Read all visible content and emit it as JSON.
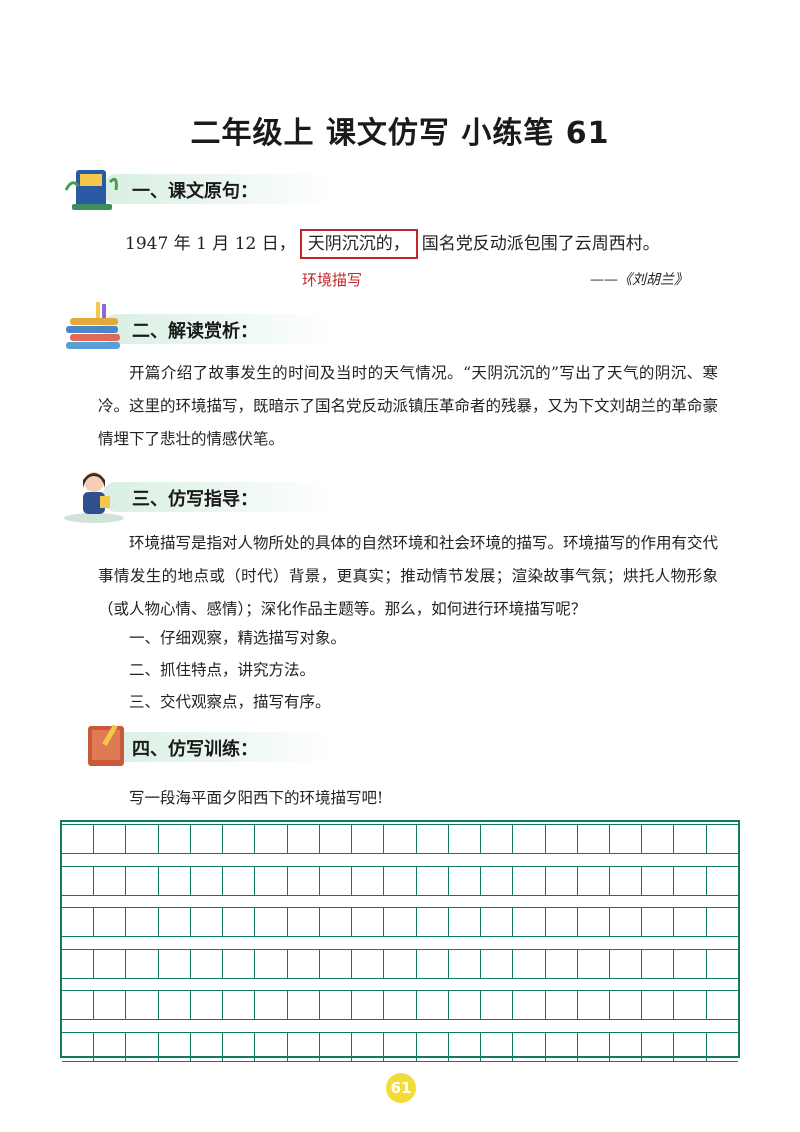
{
  "page_title": "二年级上 课文仿写 小练笔 61",
  "section1": {
    "heading": "一、课文原句：",
    "date_text": "1947 年 1 月 12 日，",
    "boxed_text": "天阴沉沉的，",
    "rest_text": "国名党反动派包围了云周西村。",
    "annotation": "环境描写",
    "source": "——《刘胡兰》"
  },
  "section2": {
    "heading": "二、解读赏析：",
    "paragraph": "开篇介绍了故事发生的时间及当时的天气情况。“天阴沉沉的”写出了天气的阴沉、寒冷。这里的环境描写，既暗示了国名党反动派镇压革命者的残暴，又为下文刘胡兰的革命豪情埋下了悲壮的情感伏笔。"
  },
  "section3": {
    "heading": "三、仿写指导：",
    "paragraph": "环境描写是指对人物所处的具体的自然环境和社会环境的描写。环境描写的作用有交代事情发生的地点或（时代）背景，更真实；推动情节发展；渲染故事气氛；烘托人物形象（或人物心情、感情）；深化作品主题等。那么，如何进行环境描写呢？",
    "points": [
      "一、仔细观察，精选描写对象。",
      "二、抓住特点，讲究方法。",
      "三、交代观察点，描写有序。"
    ]
  },
  "section4": {
    "heading": "四、仿写训练：",
    "prompt": "写一段海平面夕阳西下的环境描写吧!"
  },
  "writing_grid": {
    "rows": 6,
    "columns": 21
  },
  "page_number": "61",
  "colors": {
    "accent_red": "#c0282a",
    "grid_green": "#127a62",
    "band_green": "#d9efe3",
    "page_badge": "#f3dc3a"
  }
}
